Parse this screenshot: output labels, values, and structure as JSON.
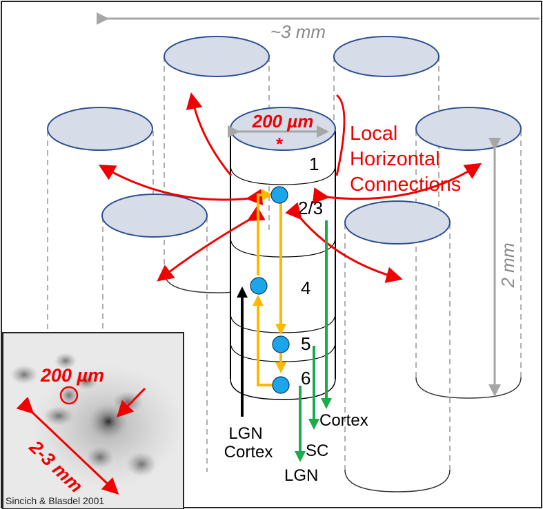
{
  "colors": {
    "column_fill": "#d6dde8",
    "column_outline": "#2e4f8f",
    "dashed": "#b0b0b0",
    "red": "#f00000",
    "gold": "#ffb800",
    "neuron": "#1aa6e8",
    "green": "#1aac4a",
    "gray_scale": "#a6a6a6",
    "black": "#000000"
  },
  "scale_labels": {
    "width_3mm": "~3 mm",
    "height_2mm": "2 mm",
    "column_diameter": "200 µm",
    "center_marker": "*"
  },
  "annotation": {
    "line1": "Local",
    "line2": "Horizontal",
    "line3": "Connections"
  },
  "layers": [
    "1",
    "2/3",
    "4",
    "5",
    "6"
  ],
  "inputs": {
    "black_arrow_label_1": "LGN",
    "black_arrow_label_2": "Cortex"
  },
  "outputs": {
    "cortex": "Cortex",
    "sc": "SC",
    "lgn": "LGN"
  },
  "inset": {
    "label_200um": "200 µm",
    "label_2_3mm": "2-3 mm",
    "citation": "Sincich & Blasdel 2001"
  }
}
